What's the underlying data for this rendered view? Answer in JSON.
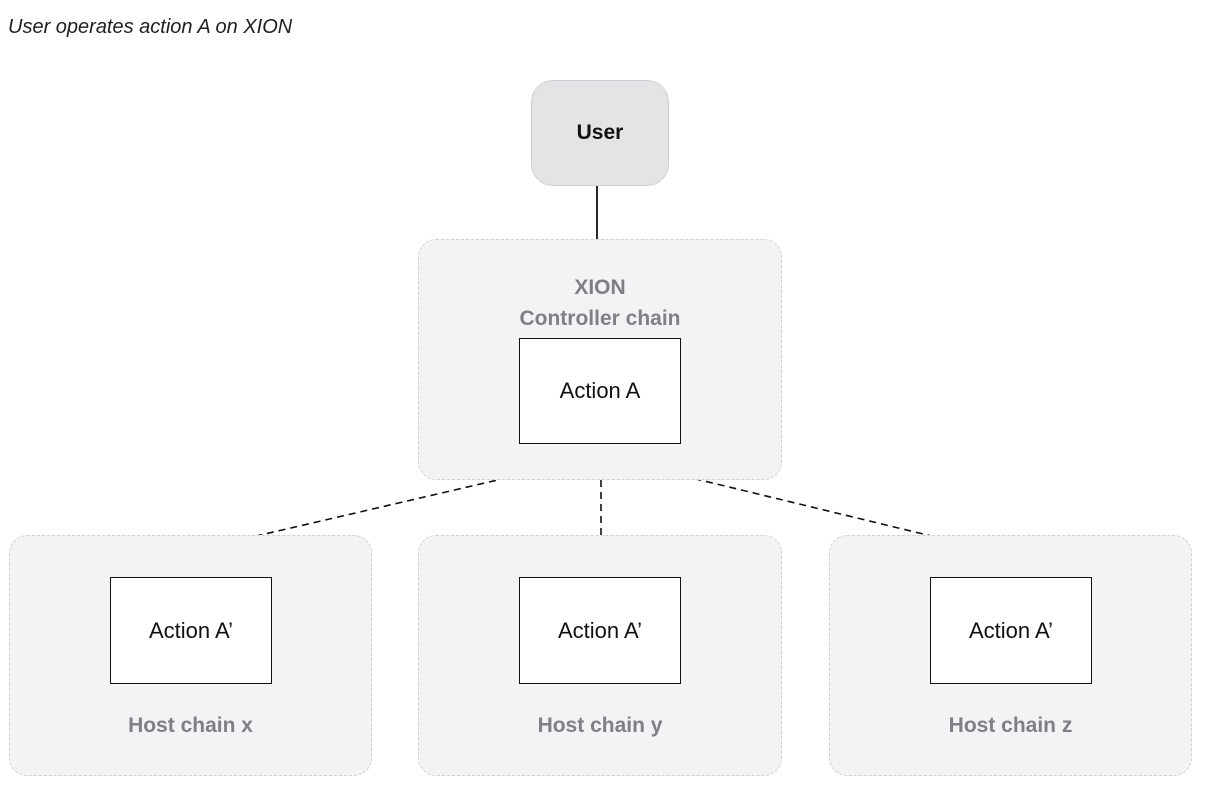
{
  "caption": "User operates action A on XION",
  "user": {
    "label": "User"
  },
  "controller": {
    "title_line1": "XION",
    "title_line2": "Controller chain",
    "action_label": "Action A"
  },
  "hosts": [
    {
      "action_label": "Action A’",
      "title": "Host chain x"
    },
    {
      "action_label": "Action A’",
      "title": "Host chain y"
    },
    {
      "action_label": "Action A’",
      "title": "Host chain z"
    }
  ]
}
